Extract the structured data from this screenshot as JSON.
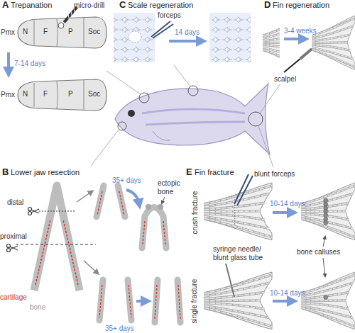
{
  "diagram": {
    "labels": [
      "A",
      "Trepanation",
      "micro-drill",
      "Pmx",
      "N",
      "F",
      "P",
      "Soc",
      "7-14 days",
      "Pmx",
      "N",
      "F",
      "P",
      "Soc",
      "C",
      "Scale regeneration",
      "forceps",
      "14 days",
      "D",
      "Fin regeneration",
      "3-4 weeks",
      "scalpel",
      "B",
      "Lower jaw resection",
      "distal",
      "proximal",
      "cartilage",
      "bone",
      "35+ days",
      "ectopic bone",
      "35+ days",
      "E",
      "Fin fracture",
      "crush fracture",
      "blunt forceps",
      "10-14 days",
      "bone calluses",
      "syringe needle/ blunt glass tube",
      "single fracture",
      "10-14 days"
    ]
  }
}
